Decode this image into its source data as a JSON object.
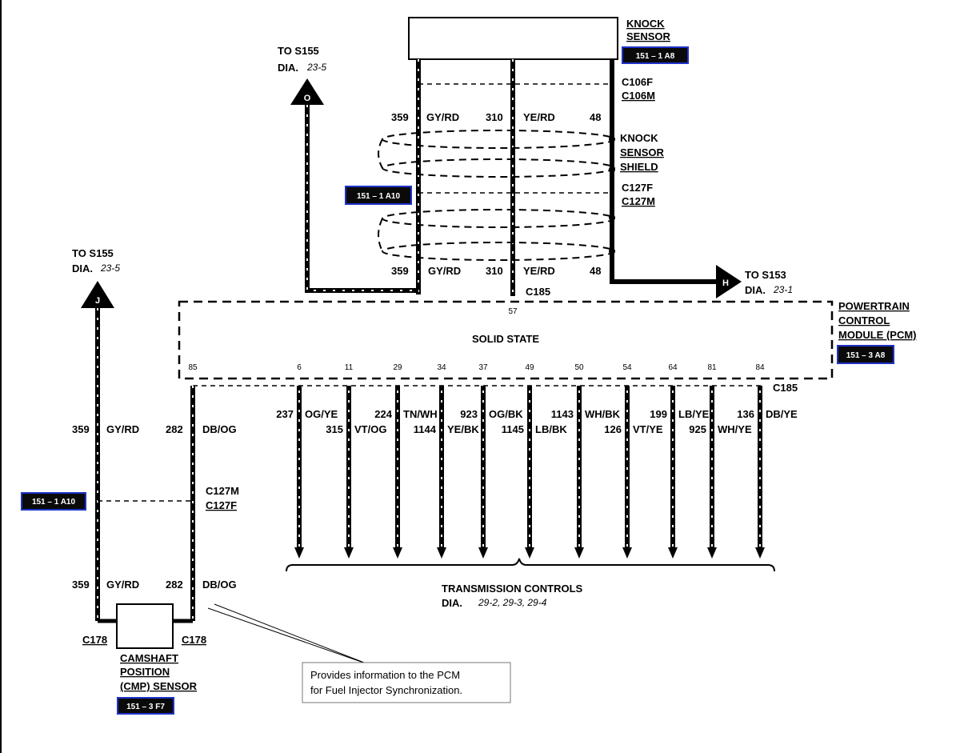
{
  "knock_sensor": {
    "label1": "KNOCK",
    "label2": "SENSOR",
    "ref": "151 – 1 A8"
  },
  "to_s155_top": {
    "line1": "TO S155",
    "dia": "DIA.",
    "dia_num": "23-5",
    "marker": "O"
  },
  "to_s155_left": {
    "line1": "TO S155",
    "dia": "DIA.",
    "dia_num": "23-5",
    "marker": "J"
  },
  "to_s153": {
    "line1": "TO S153",
    "dia": "DIA.",
    "dia_num": "23-1",
    "marker": "H"
  },
  "top_wires": {
    "c1": "C106F",
    "c2": "C106M",
    "w1_num": "359",
    "w1_color": "GY/RD",
    "w2_num": "310",
    "w2_color": "YE/RD",
    "w3_num": "48",
    "shield1": "KNOCK",
    "shield2": "SENSOR",
    "shield3": "SHIELD",
    "c3": "C127F",
    "c4": "C127M",
    "ref_a10": "151 – 1 A10",
    "b1_num": "359",
    "b1_color": "GY/RD",
    "b2_num": "310",
    "b2_color": "YE/RD",
    "b3_num": "48",
    "c185": "C185",
    "pin57": "57"
  },
  "pcm": {
    "line1": "POWERTRAIN",
    "line2": "CONTROL",
    "line3": "MODULE (PCM)",
    "ref": "151 – 3 A8",
    "state": "SOLID STATE",
    "c185": "C185"
  },
  "pcm_pins": [
    "85",
    "6",
    "11",
    "29",
    "34",
    "37",
    "49",
    "50",
    "54",
    "64",
    "81",
    "84"
  ],
  "trans_wires": [
    {
      "num": "237",
      "color": "OG/YE"
    },
    {
      "num": "315",
      "color": "VT/OG"
    },
    {
      "num": "224",
      "color": "TN/WH"
    },
    {
      "num": "1144",
      "color": "YE/BK"
    },
    {
      "num": "923",
      "color": "OG/BK"
    },
    {
      "num": "1145",
      "color": "LB/BK"
    },
    {
      "num": "1143",
      "color": "WH/BK"
    },
    {
      "num": "126",
      "color": "VT/YE"
    },
    {
      "num": "199",
      "color": "LB/YE"
    },
    {
      "num": "925",
      "color": "WH/YE"
    },
    {
      "num": "136",
      "color": "DB/YE"
    }
  ],
  "trans_controls": {
    "title": "TRANSMISSION CONTROLS",
    "dia": "DIA.",
    "dia_nums": "29-2, 29-3, 29-4"
  },
  "left_wires": {
    "a_num": "359",
    "a_color": "GY/RD",
    "b_num": "282",
    "b_color": "DB/OG",
    "c1": "C127M",
    "c2": "C127F",
    "ref": "151 – 1 A10",
    "a2_num": "359",
    "a2_color": "GY/RD",
    "b2_num": "282",
    "b2_color": "DB/OG",
    "c178a": "C178",
    "c178b": "C178"
  },
  "cmp": {
    "line1": "CAMSHAFT",
    "line2": "POSITION",
    "line3": "(CMP) SENSOR",
    "ref": "151 – 3 F7"
  },
  "note": {
    "line1": "Provides information to the PCM",
    "line2": "for Fuel Injector Synchronization."
  }
}
